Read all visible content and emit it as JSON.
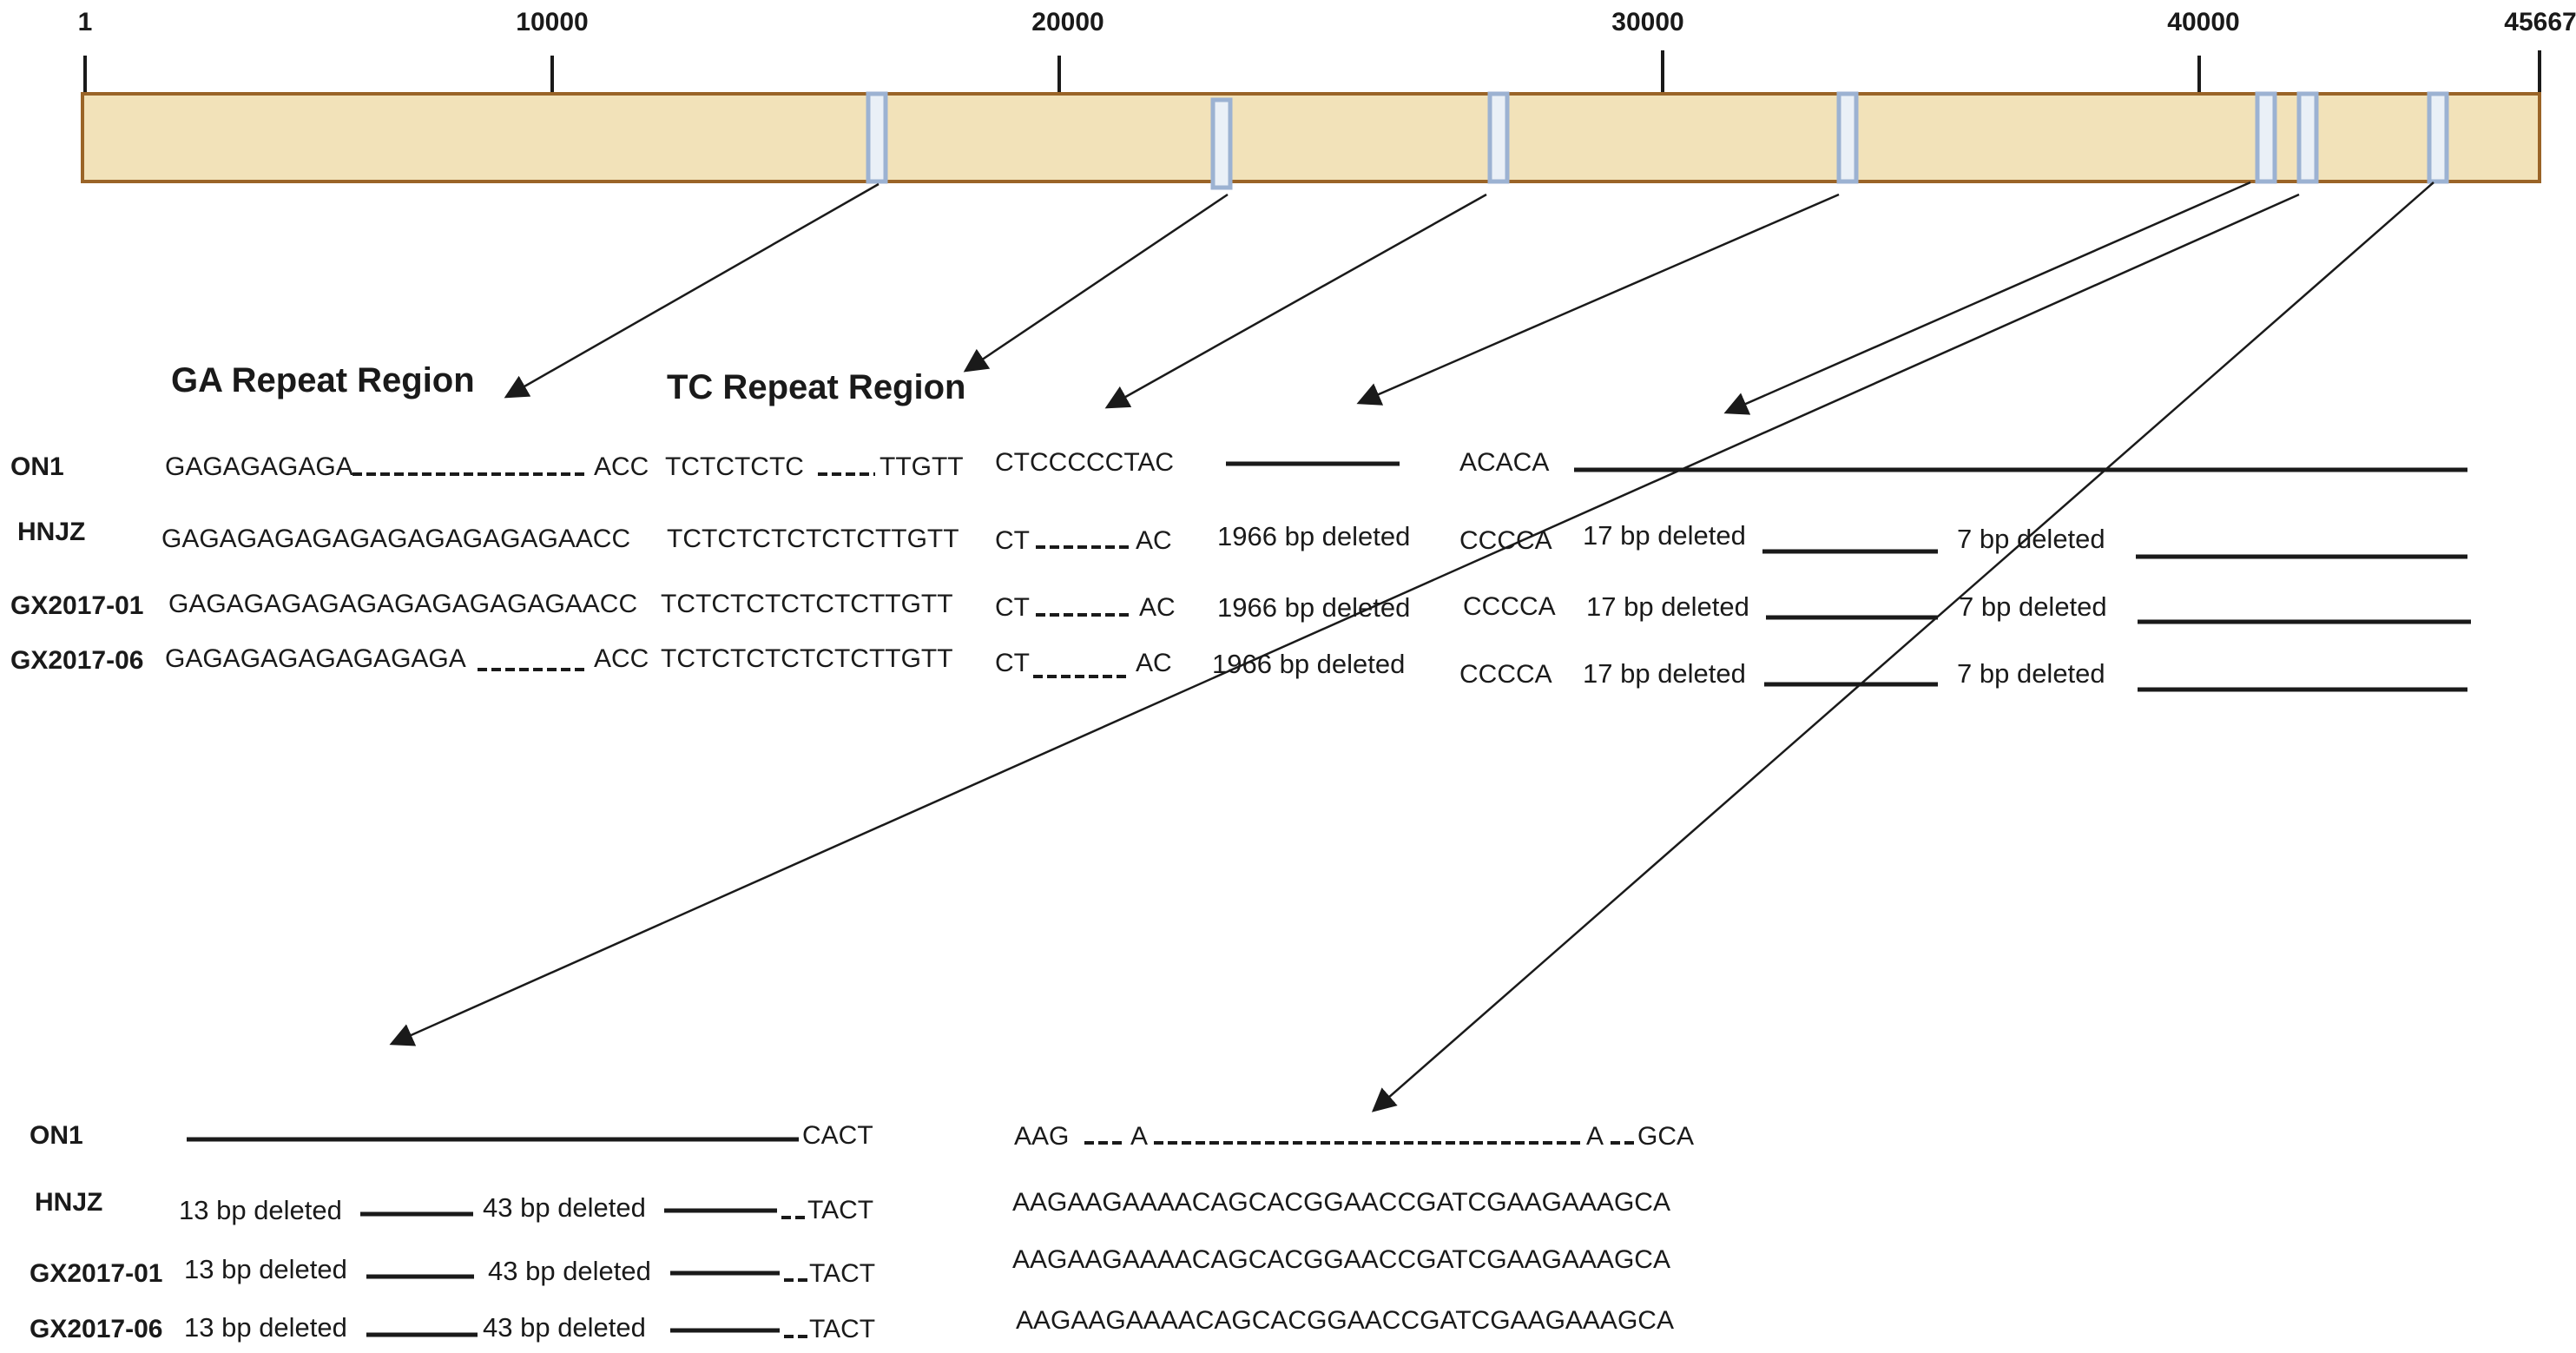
{
  "genome": {
    "ticks": [
      "1",
      "10000",
      "20000",
      "30000",
      "40000",
      "45667"
    ]
  },
  "titles": {
    "ga": "GA Repeat Region",
    "tc": "TC Repeat Region"
  },
  "top_rows": [
    {
      "strain": "ON1",
      "ga": [
        "GAGAGAGAGA",
        "ACC"
      ],
      "tc": [
        "TCTCTCTC",
        "TTGTT"
      ],
      "r3": [
        "CTCCCCCTAC"
      ],
      "r4": [
        "ACACA"
      ]
    },
    {
      "strain": "HNJZ",
      "ga": [
        "GAGAGAGAGAGAGAGAGAGAGAACC"
      ],
      "tc": [
        "TCTCTCTCTCTCTTGTT"
      ],
      "r3": [
        "CT",
        "AC",
        "1966 bp deleted"
      ],
      "r4": [
        "CCCCA",
        "17 bp deleted",
        "7 bp deleted"
      ]
    },
    {
      "strain": "GX2017-01",
      "ga": [
        "GAGAGAGAGAGAGAGAGAGAGAACC"
      ],
      "tc": [
        "TCTCTCTCTCTCTTGTT"
      ],
      "r3": [
        "CT",
        "AC",
        "1966 bp deleted"
      ],
      "r4": [
        "CCCCA",
        "17 bp deleted",
        "7 bp deleted"
      ]
    },
    {
      "strain": "GX2017-06",
      "ga": [
        "GAGAGAGAGAGAGAGA",
        "ACC"
      ],
      "tc": [
        "TCTCTCTCTCTCTTGTT"
      ],
      "r3": [
        "CT",
        "AC",
        "1966 bp deleted"
      ],
      "r4": [
        "CCCCA",
        "17 bp deleted",
        "7 bp deleted"
      ]
    }
  ],
  "bottom_rows": [
    {
      "strain": "ON1",
      "left": [
        "CACT"
      ],
      "right": [
        "AAG",
        "A",
        "A",
        "GCA"
      ]
    },
    {
      "strain": "HNJZ",
      "left": [
        "13 bp deleted",
        "43 bp deleted",
        "TACT"
      ],
      "right": [
        "AAGAAGAAAACAGCACGGAACCGATCGAAGAAAGCA"
      ]
    },
    {
      "strain": "GX2017-01",
      "left": [
        "13 bp deleted",
        "43 bp deleted",
        "TACT"
      ],
      "right": [
        "AAGAAGAAAACAGCACGGAACCGATCGAAGAAAGCA"
      ]
    },
    {
      "strain": "GX2017-06",
      "left": [
        "13 bp deleted",
        "43 bp deleted",
        "TACT"
      ],
      "right": [
        "AAGAAGAAAACAGCACGGAACCGATCGAAGAAAGCA"
      ]
    }
  ]
}
